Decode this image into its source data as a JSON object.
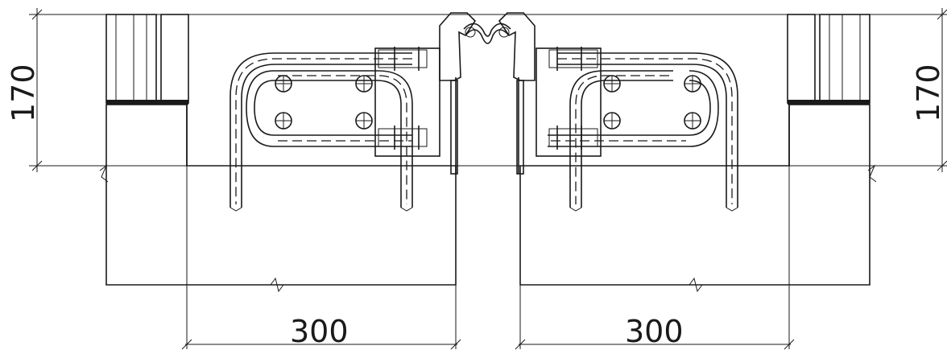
{
  "drawing": {
    "dimensions": {
      "height_left": "170",
      "height_right": "170",
      "width_left": "300",
      "width_right": "300"
    }
  },
  "colors": {
    "line": "#1a1a1a",
    "background": "#ffffff"
  }
}
